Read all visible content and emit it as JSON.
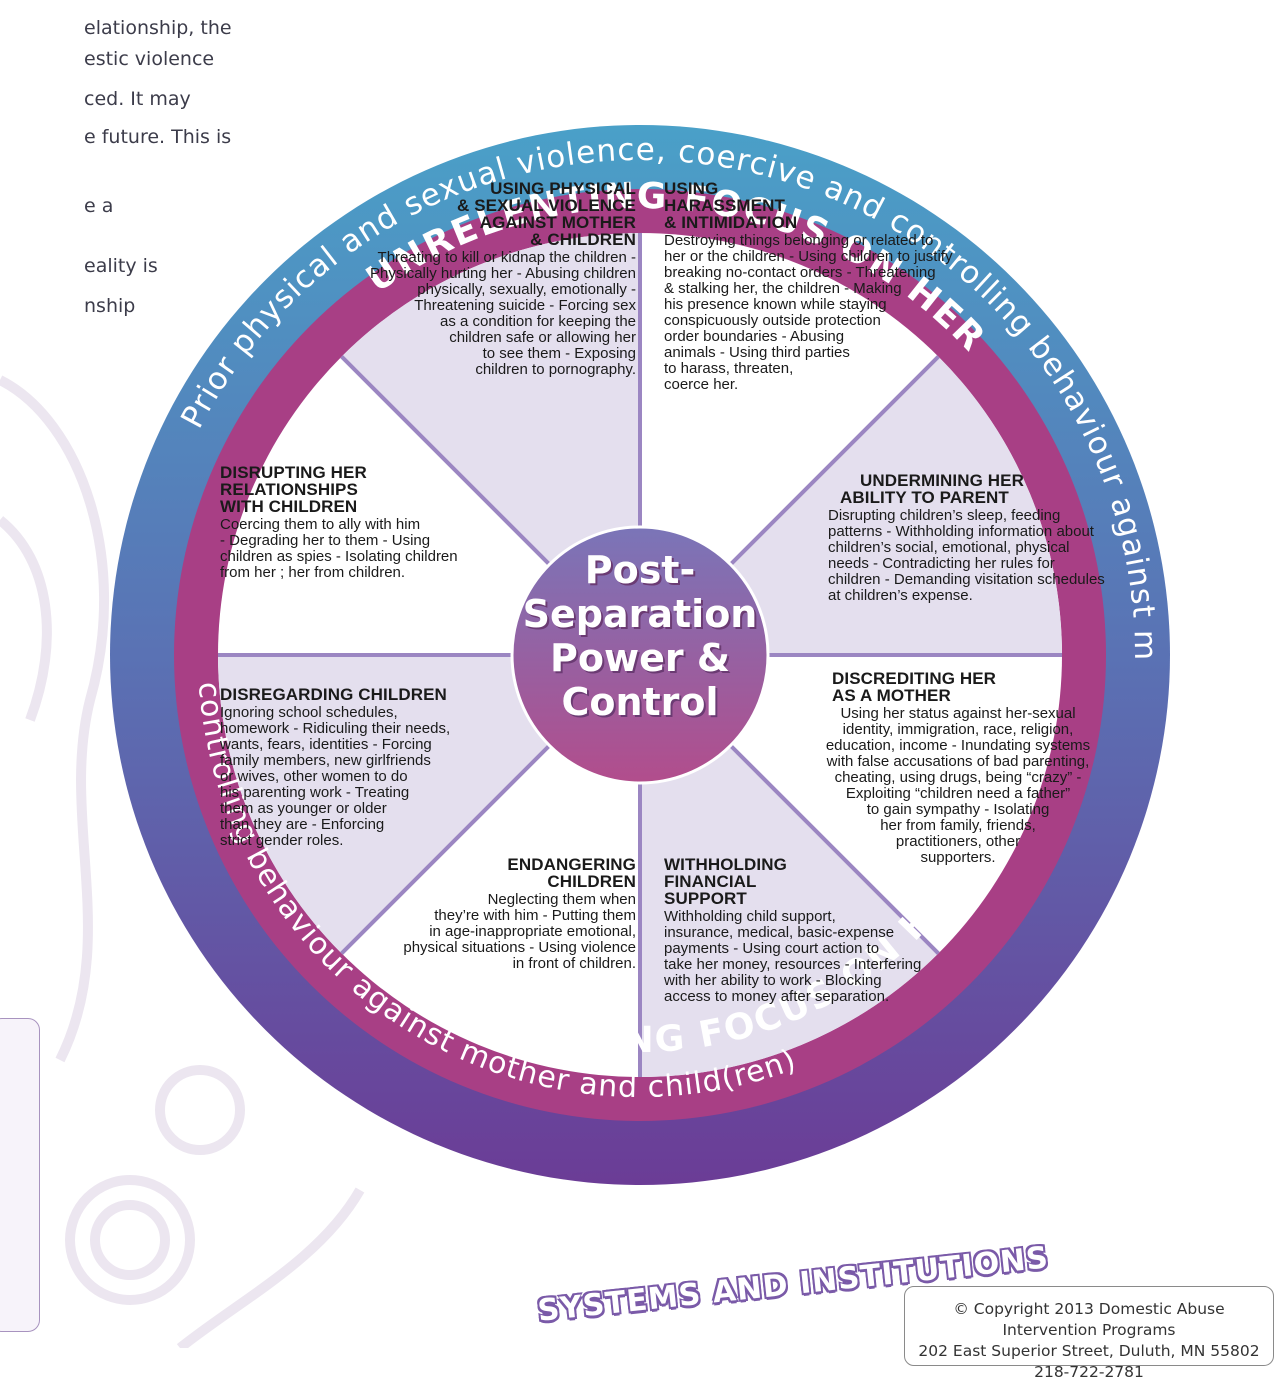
{
  "intro_lines": [
    "elationship, the",
    "estic violence",
    "ced. It may",
    "e future. This is",
    "",
    "e a",
    "eality is",
    "nship"
  ],
  "outer_ring": {
    "text": "Prior physical and sexual violence, coercive and controlling behaviour against mother and child(ren)",
    "text_left": "controlling behaviour against mother and child(ren)",
    "text_bottom": "Prior physical and sexual violence, coercive and"
  },
  "inner_ring": {
    "top": "UNRELENTING FOCUS ON HER",
    "bottom": "UNRELENTING FOCUS ON HER"
  },
  "center": {
    "line1": "Post-",
    "line2": "Separation",
    "line3": "Power &",
    "line4": "Control"
  },
  "segments": [
    {
      "heading": [
        "USING PHYSICAL",
        "& SEXUAL VIOLENCE",
        "AGAINST MOTHER",
        "& CHILDREN"
      ],
      "body": [
        "Threating to kill or kidnap the children -",
        "Physically hurting her - Abusing children",
        "physically, sexually, emotionally -",
        "Threatening suicide - Forcing sex",
        "as a condition for keeping the",
        "children safe or allowing her",
        "to see them - Exposing",
        "children to pornography."
      ]
    },
    {
      "heading": [
        "USING",
        "HARASSMENT",
        "& INTIMIDATION"
      ],
      "body": [
        "Destroying things belonging or related to",
        "her or the children - Using children to justify",
        "breaking no-contact orders - Threatening",
        "& stalking her, the children - Making",
        "his presence known while staying",
        "conspicuously outside protection",
        "order boundaries - Abusing",
        "animals - Using third parties",
        "to harass, threaten,",
        "coerce her."
      ]
    },
    {
      "heading": [
        "UNDERMINING HER",
        "ABILITY TO PARENT"
      ],
      "body": [
        "Disrupting children’s sleep, feeding",
        "patterns - Withholding information about",
        "children’s social, emotional, physical",
        "needs - Contradicting her rules for",
        "children - Demanding visitation schedules",
        "at children’s expense."
      ]
    },
    {
      "heading": [
        "DISCREDITING HER",
        "AS A MOTHER"
      ],
      "body": [
        "Using her status against her-sexual",
        "identity, immigration, race, religion,",
        "education, income - Inundating systems",
        "with false accusations of bad parenting,",
        "cheating, using drugs, being “crazy” -",
        "Exploiting “children need a father”",
        "to gain sympathy - Isolating",
        "her from family, friends,",
        "practitioners, other",
        "supporters."
      ]
    },
    {
      "heading": [
        "WITHHOLDING",
        "FINANCIAL",
        "SUPPORT"
      ],
      "body": [
        "Withholding child support,",
        "insurance, medical, basic-expense",
        "payments - Using court action to",
        "take her money, resources - Interfering",
        "with her ability to work - Blocking",
        "access to money after separation."
      ]
    },
    {
      "heading": [
        "ENDANGERING",
        "CHILDREN"
      ],
      "body": [
        "Neglecting them when",
        "they’re with him - Putting them",
        "in age-inappropriate emotional,",
        "physical situations - Using violence",
        "in front of children."
      ]
    },
    {
      "heading": [
        "DISREGARDING CHILDREN"
      ],
      "body": [
        "Ignoring school schedules,",
        "homework - Ridiculing their needs,",
        "wants, fears, identities - Forcing",
        "family members, new girlfriends",
        "or wives, other women to do",
        "his parenting work - Treating",
        "them as younger or older",
        "than they are - Enforcing",
        "strict gender roles."
      ]
    },
    {
      "heading": [
        "DISRUPTING HER",
        "RELATIONSHIPS",
        "WITH CHILDREN"
      ],
      "body": [
        "Coercing them to ally with him",
        "- Degrading her to them - Using",
        "children as spies - Isolating children",
        "from her ; her from children."
      ]
    }
  ],
  "systems": "SYSTEMS AND INSTITUTIONS",
  "copyright": {
    "line1": "© Copyright 2013 Domestic Abuse",
    "line2": "Intervention Programs",
    "line3": "202 East Superior Street, Duluth, MN 55802",
    "line4": "218-722-2781"
  },
  "colors": {
    "outer_ring_top": "#4aa0c8",
    "outer_ring_bottom": "#6b3c96",
    "inner_ring": "#a83f85",
    "segment_fill_shaded": "#e4dfee",
    "spokes": "#9b86c2",
    "hub_top": "#7a75b8",
    "hub_bottom": "#b24d8c"
  }
}
